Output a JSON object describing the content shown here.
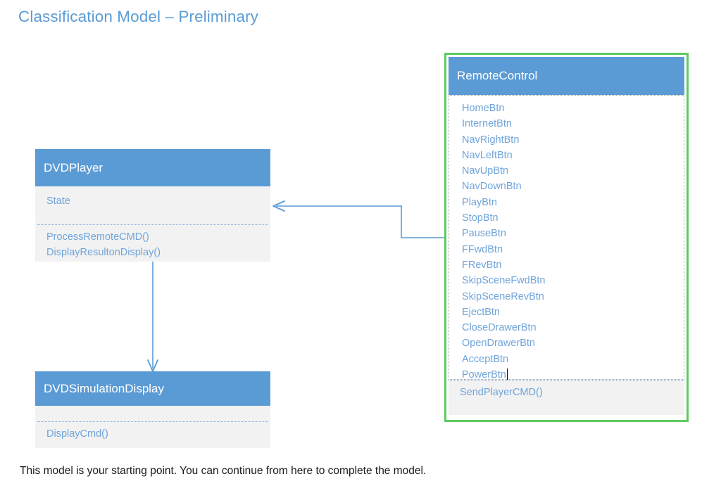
{
  "slide": {
    "title": "Classification Model – Preliminary",
    "caption": "This model is your starting point. You can continue from here to complete the model.",
    "background": "#FFFFFF"
  },
  "colors": {
    "title_blue": "#5B9BD5",
    "header_fill": "#5B9BD5",
    "header_text": "#FFFFFF",
    "body_fill": "#F2F2F2",
    "member_text": "#6FA4DA",
    "selection_green": "#5CCB5F",
    "connector_blue": "#5B9BD5",
    "caption_text": "#1A1A1A",
    "edit_border": "#A6A6A6"
  },
  "classes": {
    "dvdplayer": {
      "name": "DVDPlayer",
      "attributes": [
        "State"
      ],
      "operations": [
        "ProcessRemoteCMD()",
        "DisplayResultonDisplay()"
      ],
      "selected": false
    },
    "dvdsimulationdisplay": {
      "name": "DVDSimulationDisplay",
      "attributes": [],
      "operations": [
        "DisplayCmd()"
      ],
      "selected": false
    },
    "remotecontrol": {
      "name": "RemoteControl",
      "attributes": [
        "HomeBtn",
        "InternetBtn",
        "NavRightBtn",
        "NavLeftBtn",
        "NavUpBtn",
        "NavDownBtn",
        "PlayBtn",
        "StopBtn",
        "PauseBtn",
        "FFwdBtn",
        "FRevBtn",
        "SkipSceneFwdBtn",
        "SkipSceneRevBtn",
        "EjectBtn",
        "CloseDrawerBtn",
        "OpenDrawerBtn",
        "AcceptBtn",
        "PowerBtn"
      ],
      "operations": [
        "SendPlayerCMD()"
      ],
      "selected": true,
      "editing": true,
      "caret_after": "PowerBtn"
    }
  },
  "connectors": [
    {
      "id": "remotecontrol-to-dvdplayer",
      "from": "RemoteControl",
      "to": "DVDPlayer",
      "style": "elbow",
      "arrowhead": "open"
    },
    {
      "id": "dvdplayer-to-dvdsimulationdisplay",
      "from": "DVDPlayer",
      "to": "DVDSimulationDisplay",
      "style": "straight-vertical",
      "arrowhead": "open"
    }
  ]
}
